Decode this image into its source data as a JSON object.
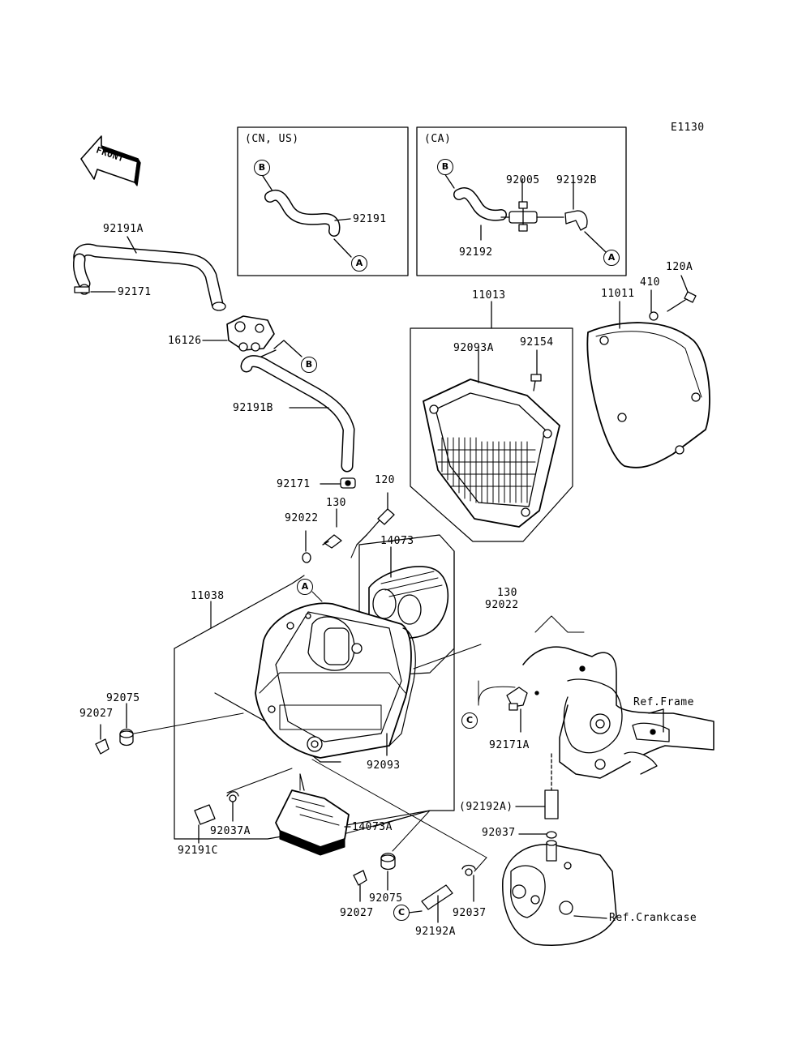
{
  "diagram": {
    "code": "E1130",
    "front_label": "FRONT",
    "boxes": {
      "cn_us": "(CN, US)",
      "ca": "(CA)"
    },
    "markers": {
      "a": "A",
      "b": "B",
      "c": "C"
    },
    "parts": {
      "p92191": "92191",
      "p92005": "92005",
      "p92192B": "92192B",
      "p92192": "92192",
      "p92191A": "92191A",
      "p92171": "92171",
      "p16126": "16126",
      "p92191B": "92191B",
      "p92171b": "92171",
      "p120": "120",
      "p130a": "130",
      "p92022a": "92022",
      "p11013": "11013",
      "p92093A": "92093A",
      "p92154": "92154",
      "p11011": "11011",
      "p410": "410",
      "p120A": "120A",
      "p14073": "14073",
      "p11038": "11038",
      "p92022b": "92022",
      "p130b": "130",
      "p92075a": "92075",
      "p92027a": "92027",
      "p92093": "92093",
      "p92171A": "92171A",
      "refFrame": "Ref.Frame",
      "p92192Aa": "(92192A)",
      "p92037a": "92037",
      "p92037A": "92037A",
      "p14073A": "14073A",
      "p92191C": "92191C",
      "p92075b": "92075",
      "p92027b": "92027",
      "p92037b": "92037",
      "p92192Ab": "92192A",
      "refCrankcase": "Ref.Crankcase"
    }
  }
}
